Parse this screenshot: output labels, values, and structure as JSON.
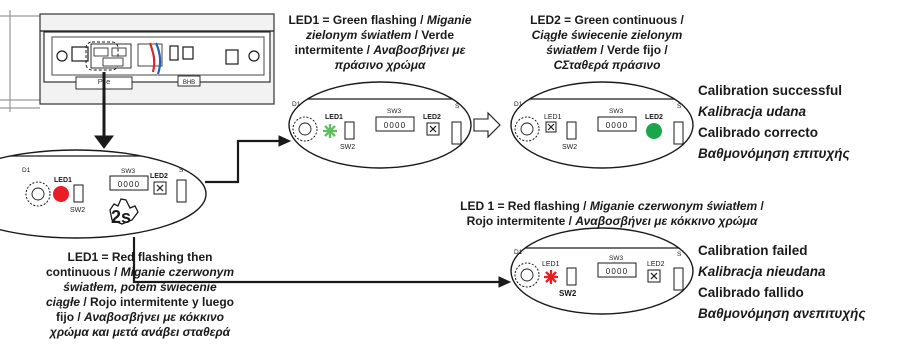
{
  "controller": {
    "pile_label": "Pile"
  },
  "board": {
    "sw3_label": "SW3",
    "sw2_label": "SW2",
    "led1_label": "LED1",
    "led2_label": "LED2",
    "s_label": "S",
    "d1_label": "D1",
    "digits": "0000"
  },
  "press": {
    "label": "2s"
  },
  "colors": {
    "red": "#ea1c24",
    "green": "#1aa64a",
    "pale_green": "#5fbf5f",
    "line": "#1a1a1a"
  },
  "icons": [
    "led-star-icon",
    "led-solid-icon",
    "hand-press-icon",
    "hollow-arrow-icon"
  ],
  "captions": {
    "calibrate": {
      "l1_bold": "LED1 = Red flashing then",
      "l2_bold": "continuous / ",
      "l2_it": "Miganie czerwonym",
      "l3_it": "światłem, potem świecenie",
      "l4_it": "ciągłe",
      "l4_bold": " / Rojo intermitente y luego",
      "l5_bold": "fijo / ",
      "l5_it": "Αναβοσβήνει με κόκκινο",
      "l6_it": "χρώμα και μετά ανάβει σταθερά"
    },
    "green_flash": {
      "l1_bold": "LED1 = Green flashing / ",
      "l1_it": "Miganie",
      "l2_it": "zielonym światłem",
      "l2_bold": " / Verde",
      "l3_bold": "intermitente / ",
      "l3_it": "Αναβοσβήνει με",
      "l4_it": "πράσινο χρώμα"
    },
    "green_fixed": {
      "l1_bold": "LED2 = Green continuous /",
      "l2_it": "Ciągłe świecenie zielonym",
      "l3_it": "światłem",
      "l3_bold": " / Verde fijo /",
      "l4_it": "CΣταθερά πράσινο"
    },
    "red_flash": {
      "l1_bold": "LED 1 = Red flashing / ",
      "l1_it": "Miganie czerwonym światłem",
      "l1_end": " /",
      "l2_bold": "Rojo intermitente / ",
      "l2_it": "Αναβοσβήνει με κόκκινο χρώμα"
    }
  },
  "results": {
    "success": {
      "en": "Calibration successful",
      "pl": "Kalibracja udana",
      "es": "Calibrado correcto",
      "el": "Βαθμονόμηση επιτυχής"
    },
    "failed": {
      "en": "Calibration failed",
      "pl": "Kalibracja nieudana",
      "es": "Calibrado fallido",
      "el": "Βαθμονόμηση ανεπιτυχής"
    }
  }
}
